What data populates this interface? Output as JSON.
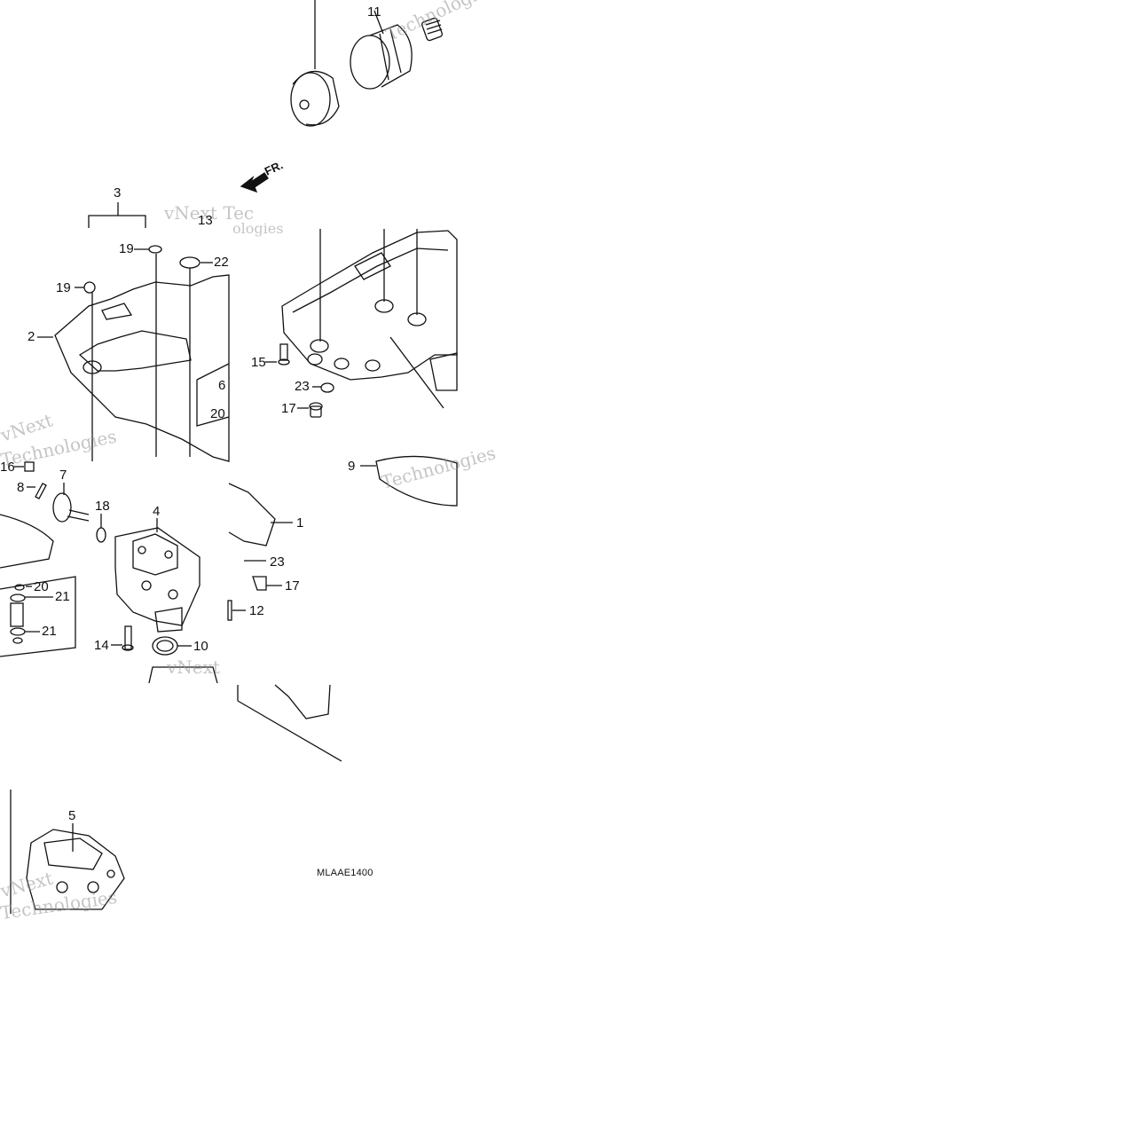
{
  "diagram": {
    "figure_code": "MLAAE1400",
    "front_marker": "FR.",
    "watermark_lines": [
      "vNext",
      "Technologies"
    ],
    "callouts": [
      {
        "id": "c11",
        "text": "11"
      },
      {
        "id": "c3",
        "text": "3"
      },
      {
        "id": "c13",
        "text": "13"
      },
      {
        "id": "c19a",
        "text": "19"
      },
      {
        "id": "c22",
        "text": "22"
      },
      {
        "id": "c19b",
        "text": "19"
      },
      {
        "id": "c2",
        "text": "2"
      },
      {
        "id": "c6",
        "text": "6"
      },
      {
        "id": "c20a",
        "text": "20"
      },
      {
        "id": "c15",
        "text": "15"
      },
      {
        "id": "c23a",
        "text": "23"
      },
      {
        "id": "c17a",
        "text": "17"
      },
      {
        "id": "c9",
        "text": "9"
      },
      {
        "id": "c16",
        "text": "16"
      },
      {
        "id": "c7",
        "text": "7"
      },
      {
        "id": "c8",
        "text": "8"
      },
      {
        "id": "c18",
        "text": "18"
      },
      {
        "id": "c4",
        "text": "4"
      },
      {
        "id": "c1",
        "text": "1"
      },
      {
        "id": "c23b",
        "text": "23"
      },
      {
        "id": "c17b",
        "text": "17"
      },
      {
        "id": "c12",
        "text": "12"
      },
      {
        "id": "c20b",
        "text": "20"
      },
      {
        "id": "c21a",
        "text": "21"
      },
      {
        "id": "c21b",
        "text": "21"
      },
      {
        "id": "c14",
        "text": "14"
      },
      {
        "id": "c10",
        "text": "10"
      },
      {
        "id": "c5",
        "text": "5"
      }
    ]
  }
}
